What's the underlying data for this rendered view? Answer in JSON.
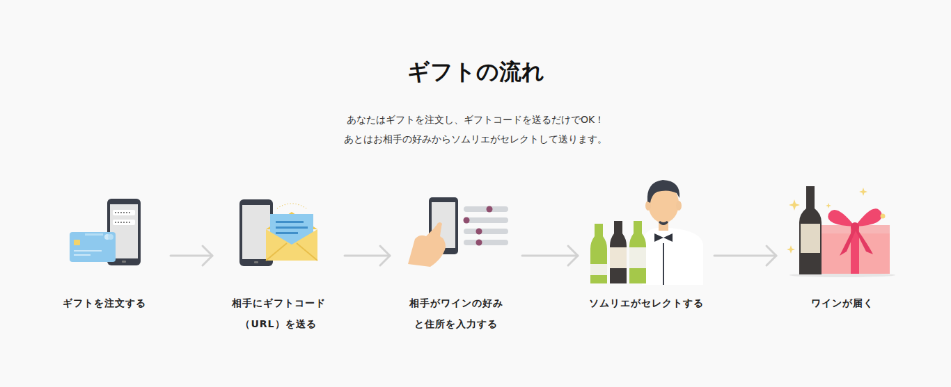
{
  "diagram": {
    "title": "ギフトの流れ",
    "nodes": [
      {
        "text": [
          "ギフトを注文する"
        ]
      },
      {
        "text": [
          "相手にギフトコード （URL）を送る"
        ]
      },
      {
        "text": [
          "相手がワインの好み と住所を入力する"
        ]
      },
      {
        "text": [
          "ソムリエがセレクトする"
        ]
      },
      {
        "text": [
          "ワインが届く"
        ]
      }
    ],
    "edges": [
      {
        "from": 0,
        "to": 1,
        "arrow": "to"
      },
      {
        "from": 1,
        "to": 2,
        "arrow": "to"
      },
      {
        "from": 2,
        "to": 3,
        "arrow": "to"
      },
      {
        "from": 3,
        "to": 4,
        "arrow": "to"
      }
    ],
    "labels": [
      "あなたはギフトを注文し、ギフトコードを送るだけでOK！",
      "あとはお相手の好みからソムリエがセレクトして送ります。"
    ]
  }
}
